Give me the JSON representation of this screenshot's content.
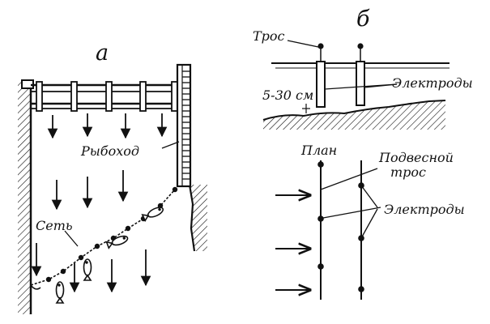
{
  "panel_a": {
    "letter": "а",
    "fishway_label": "Рыбоход",
    "net_label": "Сеть"
  },
  "panel_b": {
    "letter": "б",
    "cable_label": "Трос",
    "electrodes_label_top": "Электроды",
    "depth_label": "5-30 см",
    "plan_label": "План",
    "suspension_cable_label_line1": "Подвесной",
    "suspension_cable_label_line2": "трос",
    "electrodes_label_plan": "Электроды"
  }
}
